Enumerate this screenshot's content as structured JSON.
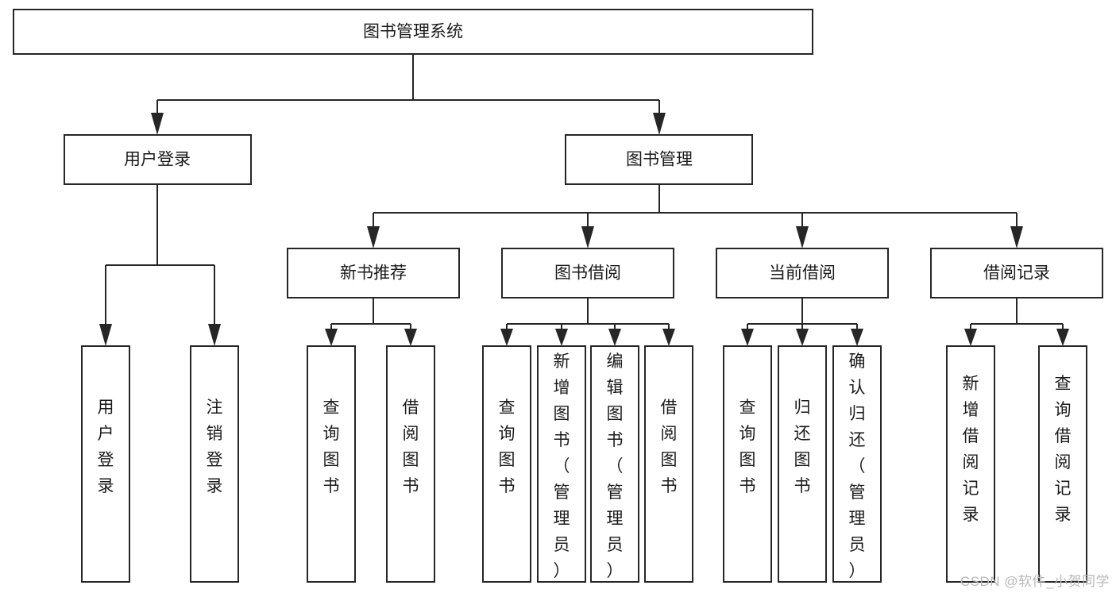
{
  "diagram": {
    "title": "图书管理系统",
    "type": "tree-hierarchy",
    "watermark": "CSDN @软件_小贺同学",
    "colors": {
      "stroke": "#262626",
      "fill": "#ffffff",
      "text": "#1a1a1a",
      "watermark": "#b8b8b8"
    },
    "levels": {
      "root": {
        "label": "图书管理系统"
      },
      "level2": [
        {
          "id": "user-login",
          "label": "用户登录"
        },
        {
          "id": "book-manage",
          "label": "图书管理"
        }
      ],
      "level3": [
        {
          "id": "new-book-recommend",
          "label": "新书推荐",
          "parent": "book-manage"
        },
        {
          "id": "book-borrow",
          "label": "图书借阅",
          "parent": "book-manage"
        },
        {
          "id": "current-borrow",
          "label": "当前借阅",
          "parent": "book-manage"
        },
        {
          "id": "borrow-record",
          "label": "借阅记录",
          "parent": "book-manage"
        }
      ],
      "leaves": [
        {
          "id": "leaf-user-login",
          "label": "用户登录",
          "parent": "user-login"
        },
        {
          "id": "leaf-user-logout",
          "label": "注销登录",
          "parent": "user-login"
        },
        {
          "id": "leaf-query-book-1",
          "label": "查询图书",
          "parent": "new-book-recommend"
        },
        {
          "id": "leaf-borrow-book-1",
          "label": "借阅图书",
          "parent": "new-book-recommend"
        },
        {
          "id": "leaf-query-book-2",
          "label": "查询图书",
          "parent": "book-borrow"
        },
        {
          "id": "leaf-add-book",
          "label": "新增图书（管理员）",
          "parent": "book-borrow"
        },
        {
          "id": "leaf-edit-book",
          "label": "编辑图书（管理员）",
          "parent": "book-borrow"
        },
        {
          "id": "leaf-borrow-book-2",
          "label": "借阅图书",
          "parent": "book-borrow"
        },
        {
          "id": "leaf-query-book-3",
          "label": "查询图书",
          "parent": "current-borrow"
        },
        {
          "id": "leaf-return-book",
          "label": "归还图书",
          "parent": "current-borrow"
        },
        {
          "id": "leaf-confirm-return",
          "label": "确认归还（管理员）",
          "parent": "current-borrow"
        },
        {
          "id": "leaf-add-record",
          "label": "新增借阅记录",
          "parent": "borrow-record"
        },
        {
          "id": "leaf-query-record",
          "label": "查询借阅记录",
          "parent": "borrow-record"
        }
      ]
    }
  }
}
